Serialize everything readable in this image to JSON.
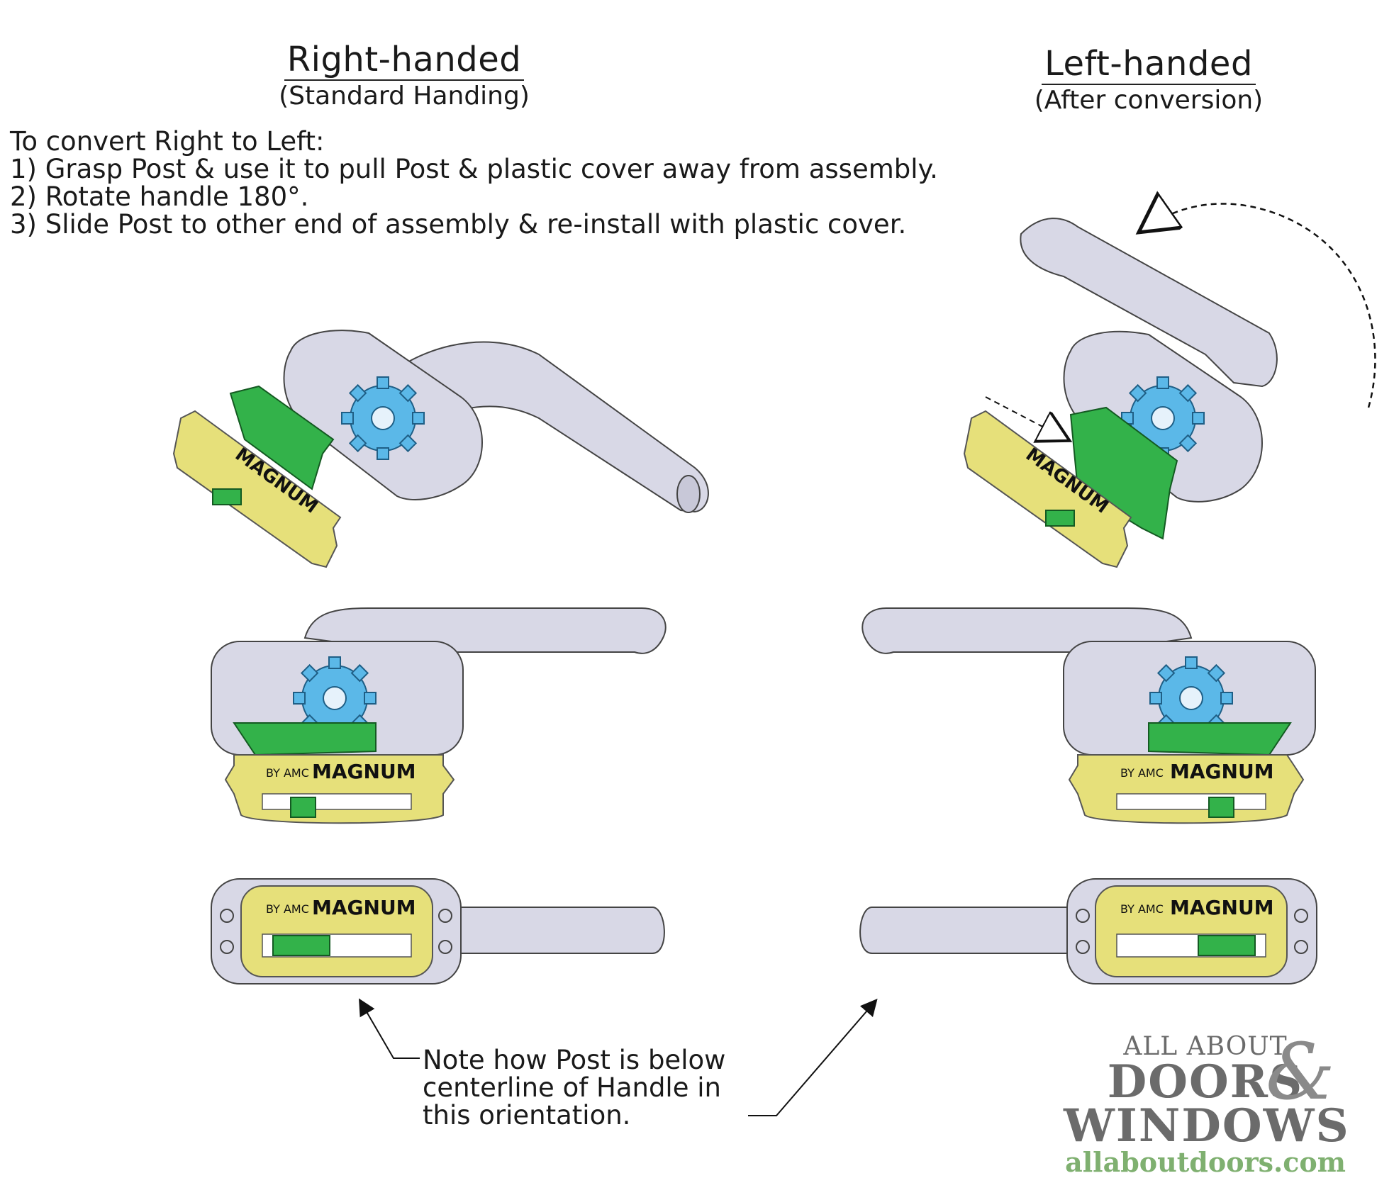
{
  "headers": {
    "right": {
      "title": "Right-handed",
      "subtitle": "(Standard Handing)"
    },
    "left": {
      "title": "Left-handed",
      "subtitle": "(After conversion)"
    }
  },
  "instructions": {
    "intro": "To convert Right to Left:",
    "step1": "1) Grasp Post & use it to pull Post & plastic cover away from assembly.",
    "step2": "2) Rotate handle 180°.",
    "step3": "3) Slide Post to other end of assembly & re-install with plastic cover."
  },
  "note": {
    "line1": "Note how Post is below",
    "line2": "centerline of Handle in",
    "line3": "this orientation."
  },
  "plate_text": {
    "brand": "MAGNUM",
    "maker": "BY AMC"
  },
  "logo": {
    "line1": "ALL ABOUT",
    "line2": "DOORS",
    "ampersand": "&",
    "line3": "WINDOWS",
    "url": "allaboutdoors.com"
  },
  "colors": {
    "housing": "#d8d8e6",
    "gear": "#5bb8e8",
    "cover": "#33b24a",
    "plate": "#e6e07a"
  }
}
